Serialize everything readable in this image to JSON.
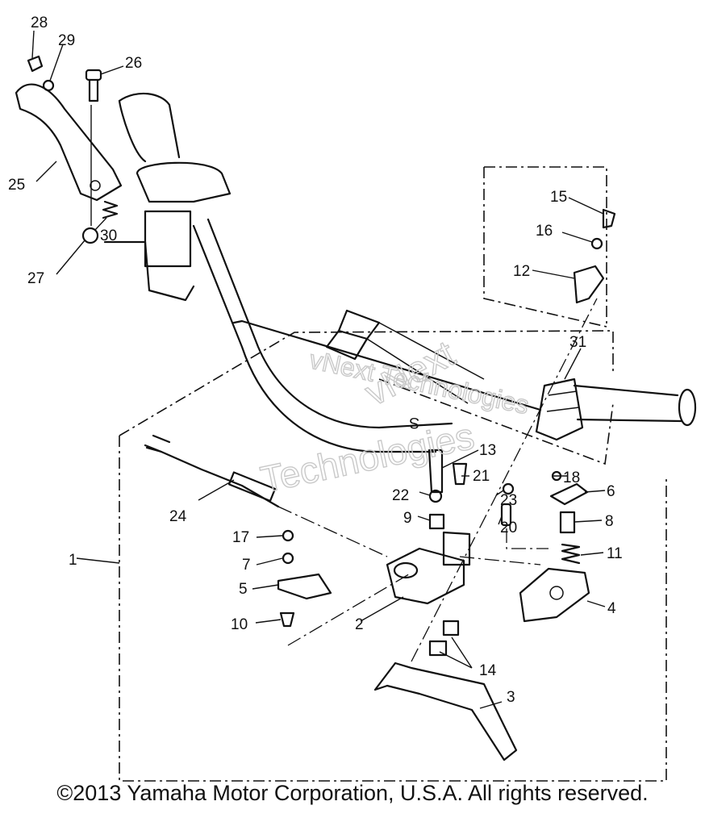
{
  "copyright": "©2013 Yamaha Motor Corporation, U.S.A. All rights reserved.",
  "watermark": {
    "line1": "vNext Technologies",
    "line2": "vNext",
    "line3": "Technologies"
  },
  "callouts": {
    "c1": "1",
    "c2": "2",
    "c3": "3",
    "c4": "4",
    "c5": "5",
    "c6": "6",
    "c7": "7",
    "c8": "8",
    "c9": "9",
    "c10": "10",
    "c11": "11",
    "c12": "12",
    "c13": "13",
    "c14": "14",
    "c15": "15",
    "c16": "16",
    "c17": "17",
    "c18": "18",
    "c20": "20",
    "c21": "21",
    "c22": "22",
    "c23": "23",
    "c24": "24",
    "c25": "25",
    "c26": "26",
    "c27": "27",
    "c28": "28",
    "c29": "29",
    "c30": "30",
    "c31": "31",
    "s": "S"
  }
}
